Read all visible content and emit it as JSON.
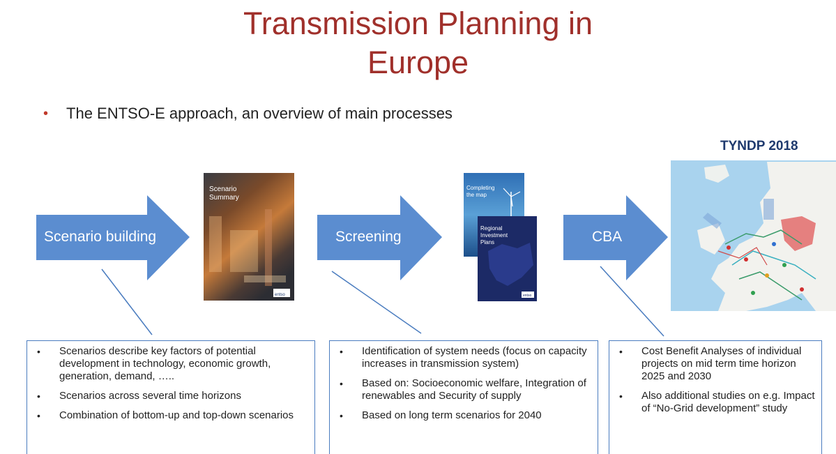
{
  "slide": {
    "title_line1": "Transmission Planning in",
    "title_line2": "Europe",
    "bullet": "The ENTSO-E approach, an overview of main processes",
    "tyndp_label": "TYNDP 2018"
  },
  "process": [
    {
      "label": "Scenario building"
    },
    {
      "label": "Screening"
    },
    {
      "label": "CBA"
    }
  ],
  "covers": {
    "scenario_report": {
      "line1": "Scenario",
      "line2": "Summary",
      "brand": "entso"
    },
    "regional_report_back": {
      "line1": "Completing",
      "line2": "the map"
    },
    "regional_report_front": {
      "line1": "Regional",
      "line2": "Investment",
      "line3": "Plans",
      "brand": "entso"
    }
  },
  "boxes": [
    {
      "items": [
        "Scenarios describe key factors of potential development in technology, economic growth, generation, demand, …..",
        "Scenarios across several time horizons",
        "Combination of bottom-up and top-down scenarios"
      ]
    },
    {
      "items": [
        "Identification of system needs (focus on capacity increases in transmission system)",
        "Based on: Socioeconomic welfare, Integration of renewables and Security of supply",
        "Based on long term scenarios for 2040"
      ]
    },
    {
      "items": [
        "Cost Benefit Analyses of individual projects on mid term time horizon 2025 and 2030",
        "Also additional studies on e.g. Impact of “No-Grid development” study"
      ]
    }
  ],
  "colors": {
    "title": "#a0302b",
    "arrow": "#5b8dd0",
    "box_border": "#4a7cbf",
    "tyndp": "#1f3a6e"
  }
}
